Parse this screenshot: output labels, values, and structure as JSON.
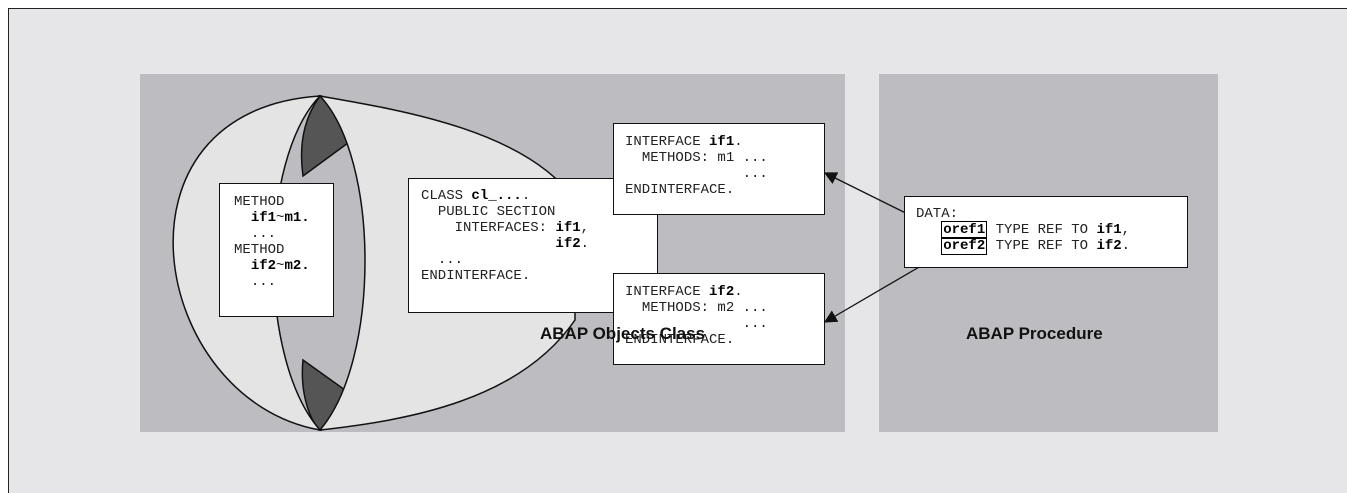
{
  "class_panel": {
    "title": "ABAP Objects Class"
  },
  "procedure_panel": {
    "title": "ABAP Procedure"
  },
  "method_box": {
    "method1_keyword": "METHOD",
    "method1_name_a": "if1",
    "method1_tilde": "~",
    "method1_name_b": "m1",
    "method1_dot": ".",
    "ellipsis1": "...",
    "method2_keyword": "METHOD",
    "method2_name_a": "if2",
    "method2_tilde": "~",
    "method2_name_b": "m2",
    "method2_dot": ".",
    "ellipsis2": "..."
  },
  "class_box": {
    "line1_keyword": "CLASS ",
    "line1_name": "cl_...",
    "line1_dot": ".",
    "line2": "PUBLIC SECTION",
    "line3_keyword": "INTERFACES: ",
    "line3_name": "if1",
    "line3_comma": ",",
    "line4_name": "if2",
    "line4_dot": ".",
    "line5": "...",
    "line6": "ENDINTERFACE."
  },
  "interface_if1": {
    "keyword": "INTERFACE ",
    "name": "if1",
    "dot": ".",
    "methods": "METHODS: m1 ...",
    "ellipsis": "...",
    "end": "ENDINTERFACE."
  },
  "interface_if2": {
    "keyword": "INTERFACE ",
    "name": "if2",
    "dot": ".",
    "methods": "METHODS: m2 ...",
    "ellipsis": "...",
    "end": "ENDINTERFACE."
  },
  "data_box": {
    "header": "DATA:",
    "ref1_name": "oref1",
    "ref1_type": " TYPE REF TO ",
    "ref1_iface": "if1",
    "ref1_comma": ",",
    "ref2_name": "oref2",
    "ref2_type": " TYPE REF TO ",
    "ref2_iface": "if2",
    "ref2_dot": "."
  },
  "colors": {
    "background": "#e6e6e8",
    "panel": "#bdbcc0",
    "hemisphere": "#e4e4e4",
    "shadow": "#555555"
  }
}
